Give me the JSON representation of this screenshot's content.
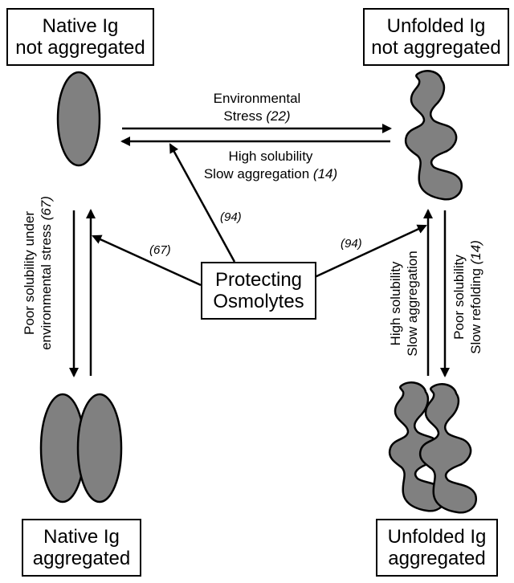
{
  "states": {
    "native_not_aggregated": {
      "line1": "Native Ig",
      "line2": "not aggregated"
    },
    "unfolded_not_aggregated": {
      "line1": "Unfolded Ig",
      "line2": "not aggregated"
    },
    "native_aggregated": {
      "line1": "Native Ig",
      "line2": "aggregated"
    },
    "unfolded_aggregated": {
      "line1": "Unfolded Ig",
      "line2": "aggregated"
    }
  },
  "osmolytes": {
    "line1": "Protecting",
    "line2": "Osmolytes"
  },
  "top_arrow": {
    "line1": "Environmental",
    "line2": "Stress ",
    "ref": "(22)"
  },
  "bottom_arrow": {
    "line1": "High solubility",
    "line2": "Slow aggregation ",
    "ref": "(14)"
  },
  "left_vertical": {
    "line1": "Poor solubility under",
    "line2": "environmental stress ",
    "ref": "(67)"
  },
  "right_down": {
    "line1": "Poor solubility",
    "line2": "Slow refolding ",
    "ref": "(14)"
  },
  "right_up": {
    "line1": "High solubility",
    "line2": "Slow aggregation"
  },
  "osmolyte_refs": {
    "to_native": "(67)",
    "to_top_arrow": "(94)",
    "to_unfolded": "(94)"
  },
  "colors": {
    "shape_fill": "#808080",
    "stroke": "#000000",
    "background": "#ffffff"
  }
}
